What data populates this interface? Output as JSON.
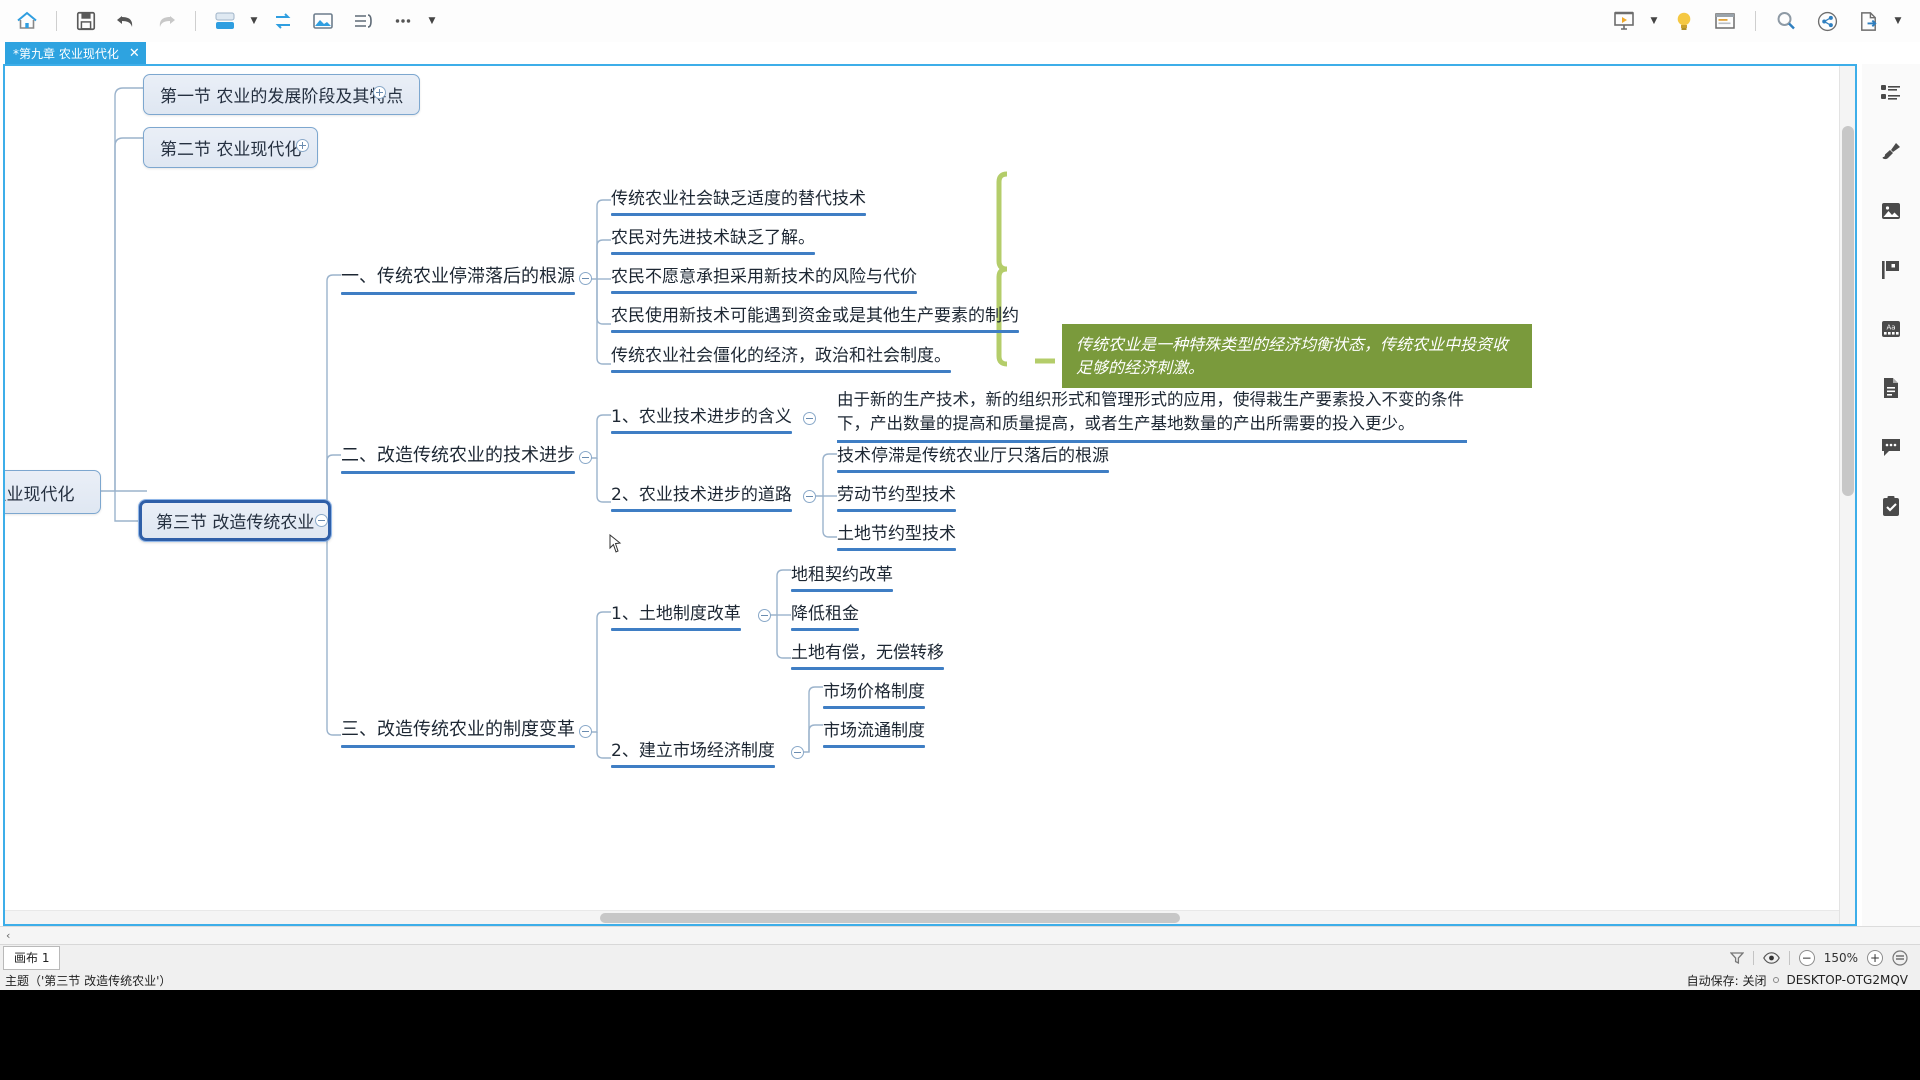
{
  "toolbar": {
    "left_buttons": [
      {
        "name": "home-icon",
        "label": "主页"
      },
      {
        "name": "save-icon",
        "label": "保存"
      },
      {
        "name": "undo-icon",
        "label": "撤销"
      },
      {
        "name": "redo-icon",
        "label": "重做"
      },
      {
        "name": "theme-icon",
        "label": "主题"
      },
      {
        "name": "swap-icon",
        "label": "切换结构"
      },
      {
        "name": "image-icon",
        "label": "插入图片"
      },
      {
        "name": "outline-icon",
        "label": "大纲"
      },
      {
        "name": "more-icon",
        "label": "更多"
      }
    ],
    "right_buttons": [
      {
        "name": "presentation-icon",
        "label": "演示"
      },
      {
        "name": "bulb-icon",
        "label": "灵感"
      },
      {
        "name": "notes-icon",
        "label": "备注"
      },
      {
        "name": "search-icon",
        "label": "查找"
      },
      {
        "name": "share-icon",
        "label": "分享"
      },
      {
        "name": "export-icon",
        "label": "导出"
      }
    ]
  },
  "tab": {
    "title": "*第九章   农业现代化",
    "close": "✕"
  },
  "root": {
    "label": "农业现代化"
  },
  "sections": [
    {
      "label": "第一节  农业的发展阶段及其特点",
      "toggle": "plus"
    },
    {
      "label": "第二节  农业现代化",
      "toggle": "plus"
    },
    {
      "label": "第三节  改造传统农业",
      "selected": true,
      "toggle": "minus"
    }
  ],
  "branches": [
    {
      "label": "一、传统农业停滞落后的根源",
      "children": [
        "传统农业社会缺乏适度的替代技术",
        "农民对先进技术缺乏了解。",
        "农民不愿意承担采用新技术的风险与代价",
        "农民使用新技术可能遇到资金或是其他生产要素的制约",
        "传统农业社会僵化的经济，政治和社会制度。"
      ]
    },
    {
      "label": "二、改造传统农业的技术进步",
      "children": [
        {
          "label": "1、农业技术进步的含义",
          "note": "由于新的生产技术，新的组织形式和管理形式的应用，使得栽生产要素投入不变的条件下，产出数量的提高和质量提高，或者生产基地数量的产出所需要的投入更少。"
        },
        {
          "label": "2、农业技术进步的道路",
          "items": [
            "技术停滞是传统农业厅只落后的根源",
            "劳动节约型技术",
            "土地节约型技术"
          ]
        }
      ]
    },
    {
      "label": "三、改造传统农业的制度变革",
      "children": [
        {
          "label": "1、土地制度改革",
          "items": [
            "地租契约改革",
            "降低租金",
            "土地有偿，无偿转移"
          ]
        },
        {
          "label": "2、建立市场经济制度",
          "items": [
            "市场价格制度",
            "市场流通制度"
          ]
        }
      ]
    }
  ],
  "callout": {
    "text": "传统农业是一种特殊类型的经济均衡状态，传统农业中投资收足够的经济刺激。",
    "color": "#7a9a3c"
  },
  "right_sidebar": [
    {
      "name": "style-list-icon",
      "label": "样式"
    },
    {
      "name": "brush-icon",
      "label": "画笔"
    },
    {
      "name": "image-icon",
      "label": "图片"
    },
    {
      "name": "flag-icon",
      "label": "标记"
    },
    {
      "name": "font-icon",
      "label": "字体"
    },
    {
      "name": "document-icon",
      "label": "文档"
    },
    {
      "name": "comment-icon",
      "label": "评论"
    },
    {
      "name": "task-icon",
      "label": "任务"
    }
  ],
  "sheet": {
    "tab_label": "画布 1",
    "scroll_arrow": "‹"
  },
  "zoom": {
    "level": "150%",
    "minus": "−",
    "plus": "+",
    "filter_icon": "filter-icon",
    "eye_icon": "eye-icon",
    "fit_icon": "fit-icon"
  },
  "status": {
    "selection": "主题（'第三节   改造传统农业'）",
    "autosave": "自动保存: 关闭",
    "device": "DESKTOP-OTG2MQV"
  }
}
